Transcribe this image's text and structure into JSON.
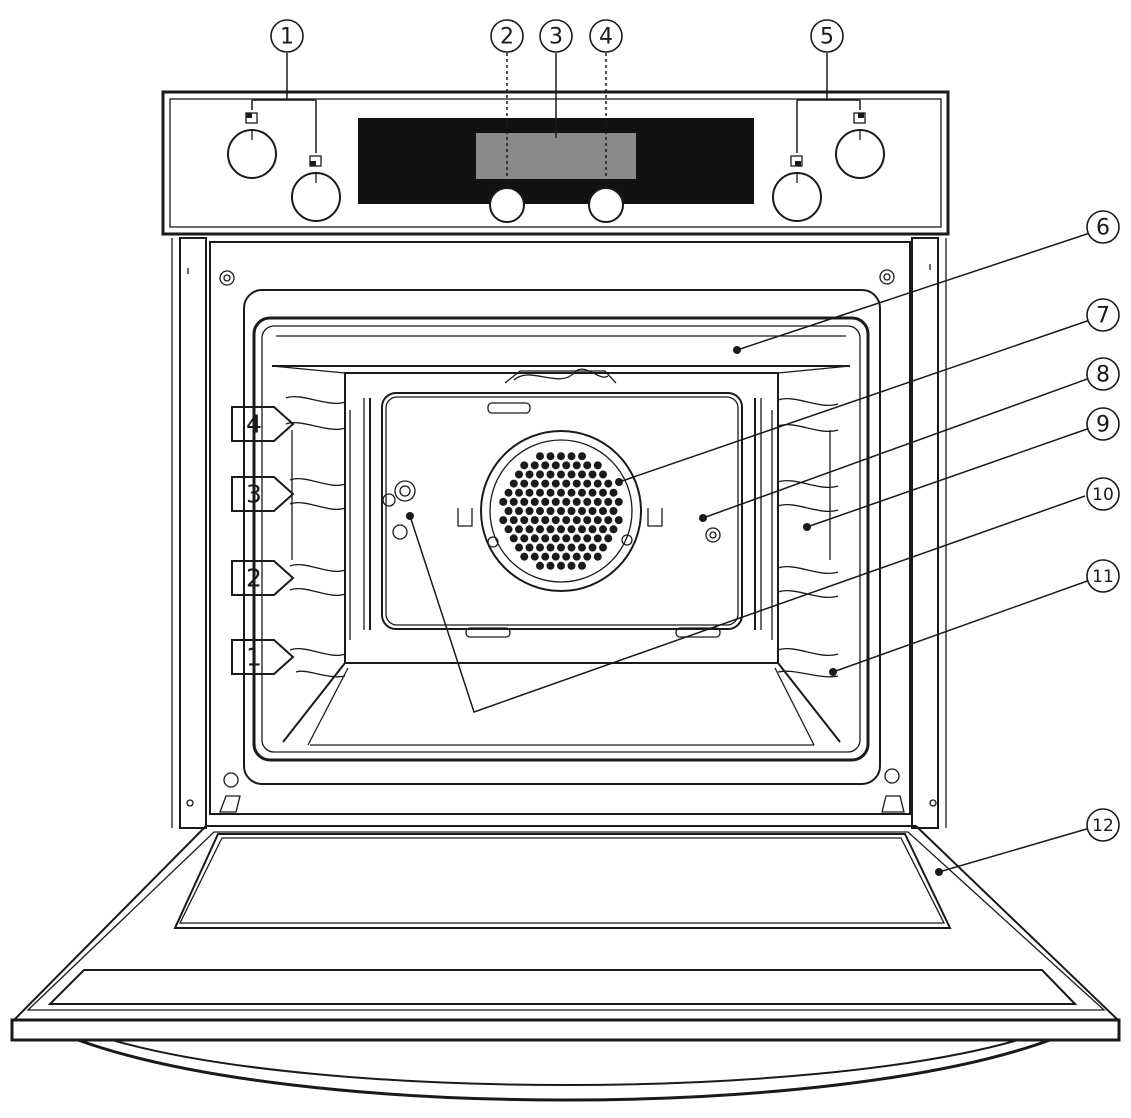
{
  "callouts": [
    "1",
    "2",
    "3",
    "4",
    "5",
    "6",
    "7",
    "8",
    "9",
    "10",
    "11",
    "12"
  ],
  "shelf_levels": [
    "4",
    "3",
    "2",
    "1"
  ],
  "colors": {
    "line": "#1a1a1a",
    "display_panel": "#111111",
    "display_window": "#8a8a8a",
    "background": "#ffffff"
  }
}
